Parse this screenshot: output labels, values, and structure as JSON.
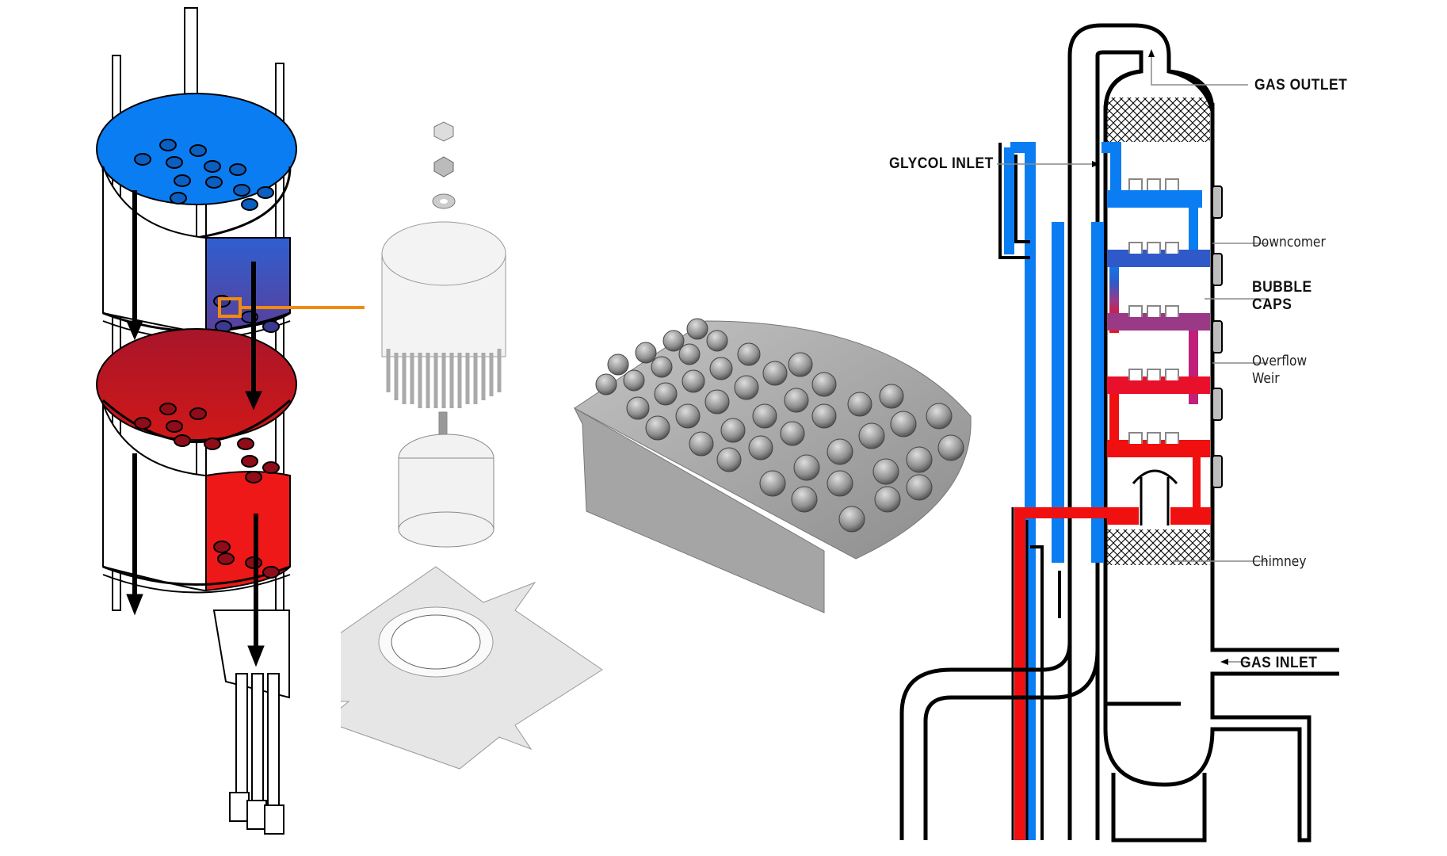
{
  "figure": {
    "title": "Glycol contactor column with bubble cap trays",
    "panels": [
      {
        "id": "exploded-column",
        "description": "Exploded isometric view of stacked trays, blue (top) to red (bottom) with downcomer flow arrows"
      },
      {
        "id": "bubble-cap-assembly",
        "description": "Exploded bubble cap parts: nut, lock nut, washer, slotted cap, riser, tray plate"
      },
      {
        "id": "tray-photo",
        "description": "Photo of stainless bubble cap tray section with downcomer plate"
      },
      {
        "id": "contactor-schematic",
        "description": "Cross-section schematic of glycol contactor"
      }
    ]
  },
  "labels": {
    "gas_outlet": "GAS OUTLET",
    "glycol_inlet": "GLYCOL INLET",
    "downcomer": "Downcomer",
    "bubble_caps_line1": "BUBBLE",
    "bubble_caps_line2": "CAPS",
    "overflow_weir_line1": "Overflow",
    "overflow_weir_line2": "Weir",
    "chimney": "Chimney",
    "gas_inlet": "GAS INLET"
  },
  "colors": {
    "lean_glycol_blue": "#0a7df2",
    "mid_blue": "#2f59c8",
    "purple": "#9a3a86",
    "rich_glycol_red": "#f01010",
    "callout_orange": "#f08a10",
    "outline": "#000000",
    "leader_gray": "#8a8a8a",
    "flange_gray": "#bdbdbd",
    "steel": "#a9a9a9"
  },
  "trays": [
    {
      "index": 1,
      "color": "#0a7df2"
    },
    {
      "index": 2,
      "color": "#2f59c8"
    },
    {
      "index": 3,
      "color": "#9a3a86"
    },
    {
      "index": 4,
      "color": "#e8102a"
    },
    {
      "index": 5,
      "color": "#f01010"
    }
  ]
}
